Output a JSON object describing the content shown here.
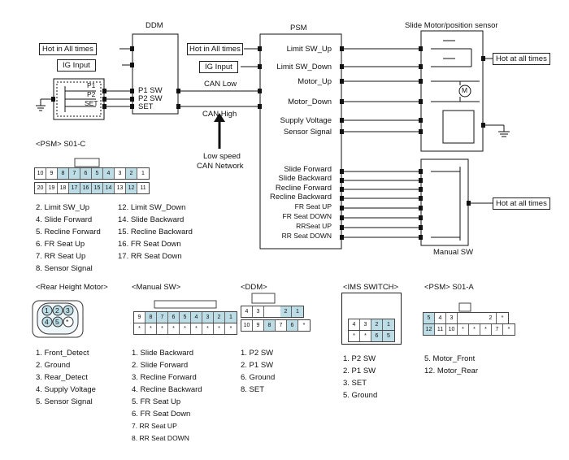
{
  "modules": {
    "ddm": "DDM",
    "psm": "PSM",
    "slide_motor": "Slide Motor/position sensor",
    "manual_sw": "Manual SW"
  },
  "ddm_inputs": {
    "hot": "Hot in All times",
    "ig": "IG  Input",
    "p1": "P1",
    "p2": "P2",
    "set": "SET",
    "p1sw": "P1 SW",
    "p2sw": "P2 SW",
    "setsw": "SET"
  },
  "psm_inputs": {
    "hot": "Hot in All times",
    "ig": "IG  Input"
  },
  "can": {
    "low": "CAN Low",
    "high": "CAN High",
    "network": [
      "Low speed",
      "CAN Network"
    ]
  },
  "psm_pins_top": [
    "Limit SW_Up",
    "Limit SW_Down",
    "Motor_Up",
    "Motor_Down",
    "Supply Voltage",
    "Sensor Signal"
  ],
  "psm_pins_bottom": [
    "Slide Forward",
    "Slide Backward",
    "Recline Forward",
    "Recline Backward",
    "FR Seat UP",
    "FR Seat DOWN",
    "RRSeat UP",
    "RR Seat DOWN"
  ],
  "hot_at_all_times": "Hot at all times",
  "motor_label": "M",
  "psm_s01c": {
    "title": "<PSM> S01-C",
    "row1": [
      "10",
      "9",
      "8",
      "7",
      "6",
      "5",
      "4",
      "3",
      "2",
      "1"
    ],
    "row2": [
      "20",
      "19",
      "18",
      "17",
      "16",
      "15",
      "14",
      "13",
      "12",
      "11"
    ],
    "legend_left": [
      "2. Limit SW_Up",
      "4. Slide Forward",
      "5. Recline Forward",
      "6. FR Seat Up",
      "7. RR Seat Up",
      "8. Sensor Signal"
    ],
    "legend_right": [
      "12. Limit SW_Down",
      "14. Slide Backward",
      "15. Recline Backward",
      "16. FR Seat Down",
      "17. RR Seat Down"
    ]
  },
  "rear_height_motor": {
    "title": "<Rear Height Motor>",
    "pins": [
      "1",
      "2",
      "3",
      "4",
      "5",
      "*"
    ],
    "legend": [
      "1. Front_Detect",
      "2. Ground",
      "3. Rear_Detect",
      "4. Supply Voltage",
      "5. Sensor Signal"
    ]
  },
  "manual_sw_conn": {
    "title": "<Manual SW>",
    "row1": [
      "9",
      "8",
      "7",
      "6",
      "5",
      "4",
      "3",
      "2",
      "1"
    ],
    "row2": [
      "*",
      "*",
      "*",
      "*",
      "*",
      "*",
      "*",
      "*",
      "*"
    ],
    "legend": [
      "1. Slide Backward",
      "2. Slide Forward",
      "3. Recline Forward",
      "4. Recline Backward",
      "5. FR Seat Up",
      "6. FR Seat Down",
      "7. RR Seat UP",
      "8. RR Seat DOWN"
    ]
  },
  "ddm_conn": {
    "title": "<DDM>",
    "row1": [
      "4",
      "3",
      "2",
      "1"
    ],
    "row2": [
      "10",
      "9",
      "8",
      "7",
      "6",
      "*"
    ],
    "legend": [
      "1. P2 SW",
      "2. P1 SW",
      "6. Ground",
      "8. SET"
    ]
  },
  "ims_switch": {
    "title": "<IMS SWITCH>",
    "row1": [
      "4",
      "3",
      "2",
      "1"
    ],
    "row2": [
      "*",
      "*",
      "6",
      "5"
    ],
    "legend": [
      "1. P2 SW",
      "2. P1 SW",
      "3. SET",
      "5. Ground"
    ]
  },
  "psm_s01a": {
    "title": "<PSM> S01-A",
    "row1": [
      "5",
      "4",
      "3",
      "2",
      "*"
    ],
    "row2": [
      "12",
      "11",
      "10",
      "*",
      "*",
      "*",
      "7",
      "*"
    ],
    "legend": [
      "5. Motor_Front",
      "12. Motor_Rear"
    ]
  }
}
